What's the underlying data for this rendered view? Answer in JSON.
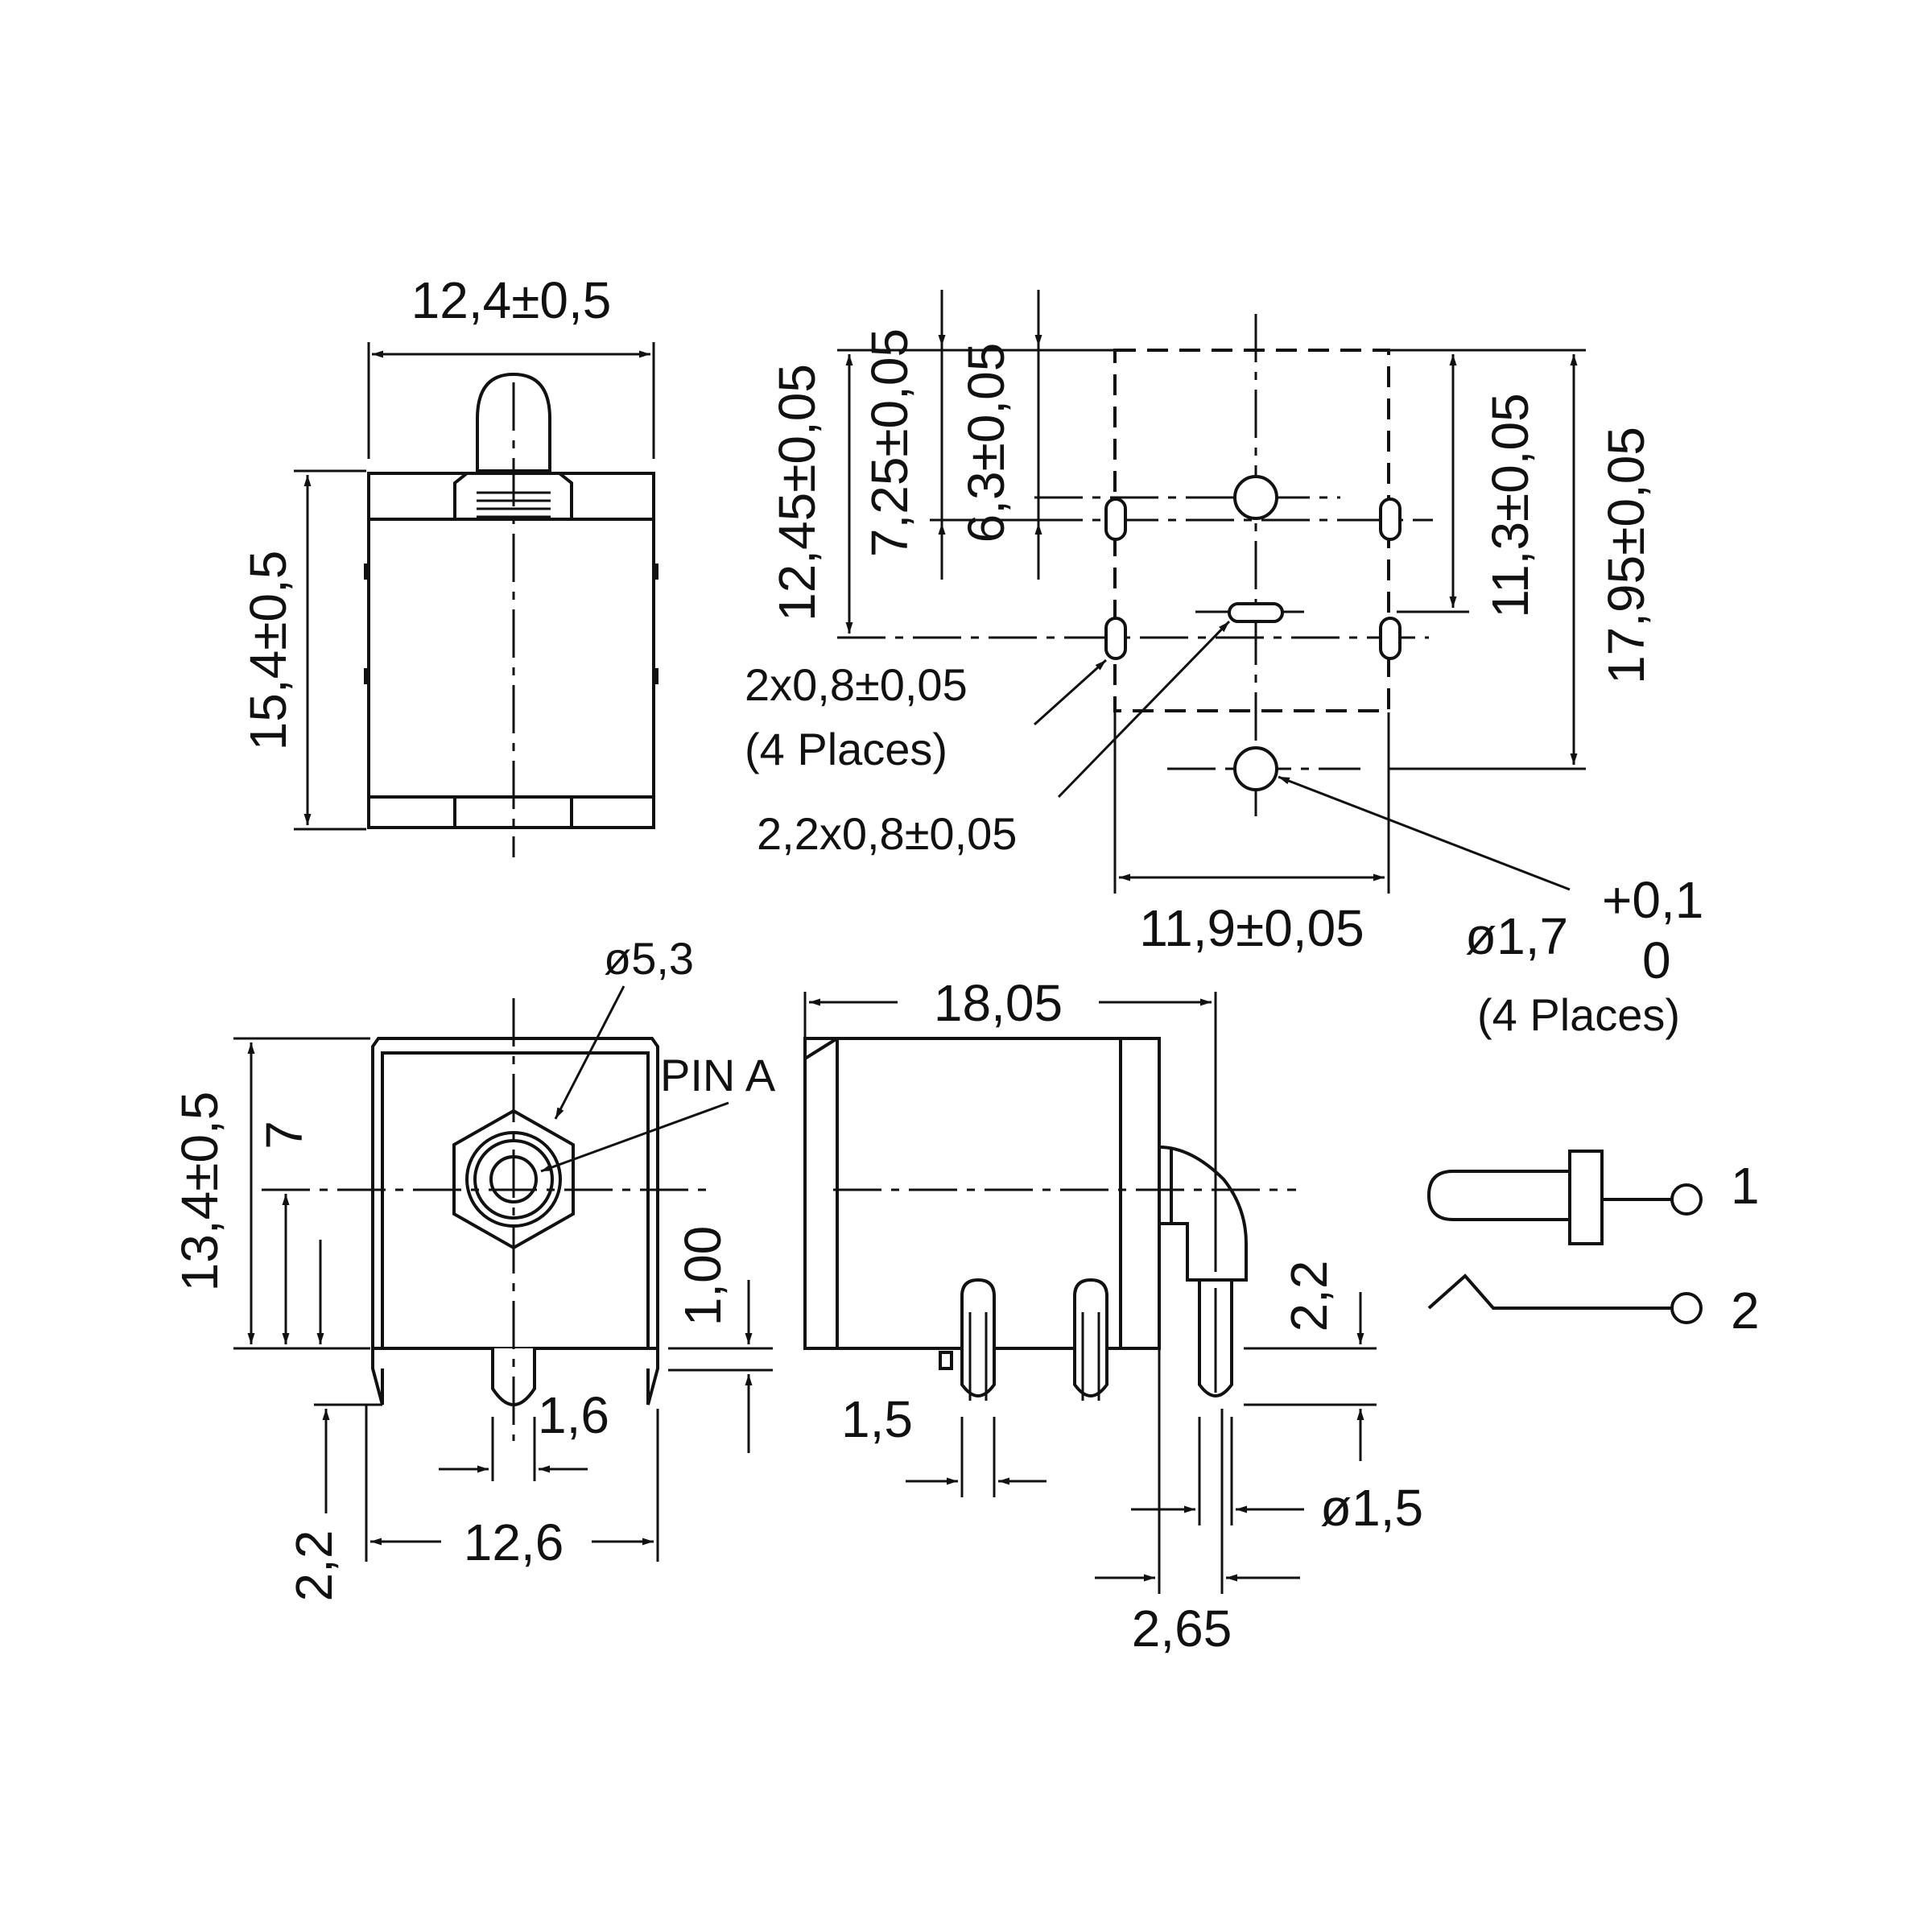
{
  "top_view": {
    "width_dim": "12,4±0,5",
    "height_dim": "15,4±0,5"
  },
  "pcb_layout": {
    "dims": {
      "d_12_45": "12,45±0,05",
      "d_7_25": "7,25±0,05",
      "d_6_3": "6,3±0,05",
      "d_11_3": "11,3±0,05",
      "d_17_95": "17,95±0,05",
      "d_11_9": "11,9±0,05"
    },
    "slot_small": "2x0,8±0,05",
    "slot_small_qty": "(4 Places)",
    "slot_large": "2,2x0,8±0,05",
    "hole_dia": "ø1,7",
    "hole_tol_plus": "+0,1",
    "hole_tol_minus": "0",
    "hole_qty": "(4 Places)"
  },
  "front_view": {
    "hex_dia": "ø5,3",
    "pin_label": "PIN A",
    "height_dim": "13,4±0,5",
    "center_dim": "7",
    "offset_dim": "1,00",
    "pin_width_dim": "1,6",
    "pin_length_dim": "2,2",
    "width_dim": "12,6"
  },
  "side_view": {
    "length_dim": "18,05",
    "pin_pitch_dim": "1,5",
    "pin_dia_dim": "ø1,5",
    "pin_length_dim": "2,2",
    "offset_dim": "2,65"
  },
  "schematic": {
    "terminal_1": "1",
    "terminal_2": "2"
  }
}
